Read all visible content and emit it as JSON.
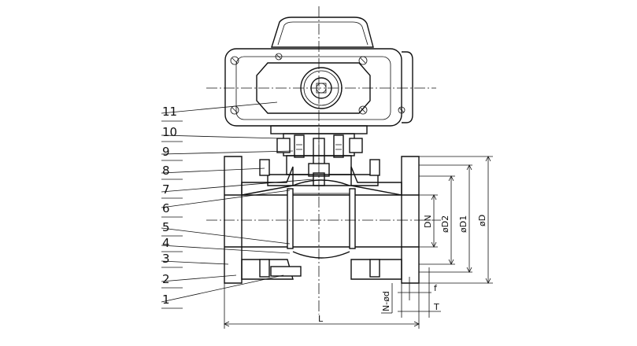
{
  "part_labels": [
    "11",
    "10",
    "9",
    "8",
    "7",
    "6",
    "5",
    "4",
    "3",
    "2",
    "1"
  ],
  "dimensions": {
    "dn": "DN",
    "d2": "øD2",
    "d1": "øD1",
    "d": "øD",
    "n_d": "N-ød",
    "f": "f",
    "t": "T",
    "l": "L"
  }
}
